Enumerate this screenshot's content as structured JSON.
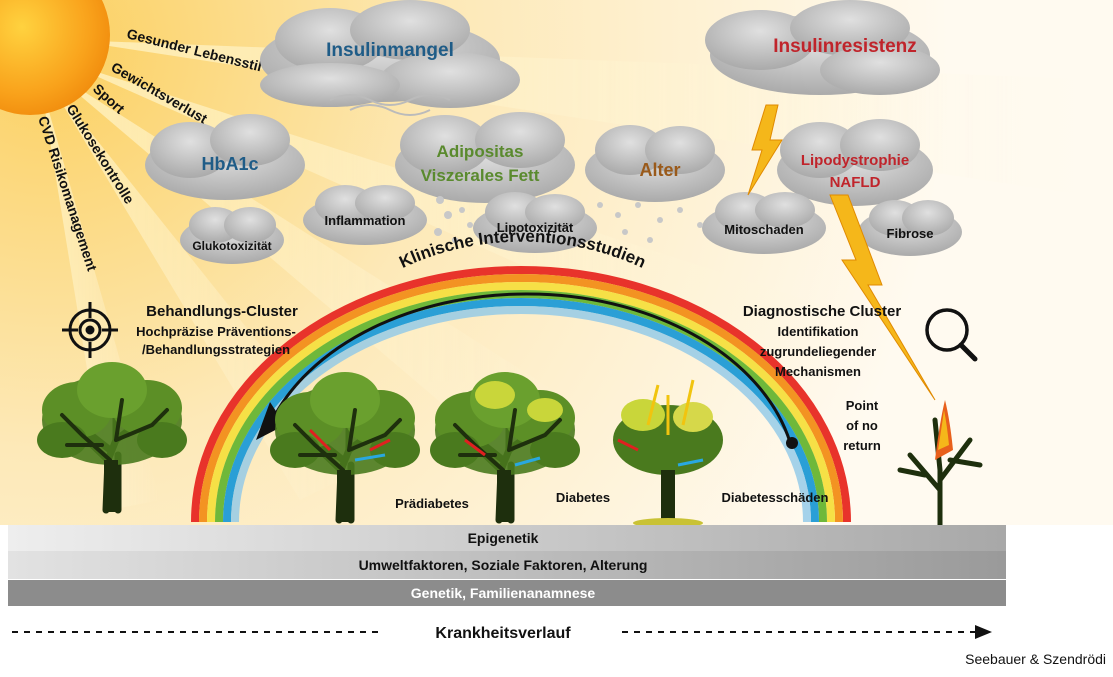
{
  "sun_rays": [
    "Gesunder Lebensstil",
    "Gewichtsverlust",
    "Sport",
    "Glukosekontrolle",
    "CVD Risikomanagement"
  ],
  "clouds": {
    "insulinmangel": "Insulinmangel",
    "insulinresistenz": "Insulinresistenz",
    "hba1c": "HbA1c",
    "adipositas_line1": "Adipositas",
    "adipositas_line2": "Viszerales Fett",
    "alter": "Alter",
    "lipodystrophie_line1": "Lipodystrophie",
    "lipodystrophie_line2": "NAFLD",
    "inflammation": "Inflammation",
    "glukotoxizitaet": "Glukotoxizität",
    "lipotoxizitaet": "Lipotoxizität",
    "mitoschaden": "Mitoschaden",
    "fibrose": "Fibrose"
  },
  "rainbow_label": "Klinische Interventionsstudien",
  "treatment": {
    "title": "Behandlungs-Cluster",
    "line1": "Hochpräzise Präventions-",
    "line2": "/Behandlungsstrategien"
  },
  "diagnostic": {
    "title": "Diagnostische  Cluster",
    "line1": "Identifikation",
    "line2": "zugrundeliegender",
    "line3": "Mechanismen"
  },
  "point_of_no_return": [
    "Point",
    "of no",
    "return"
  ],
  "stages": {
    "praediabetes": "Prädiabetes",
    "diabetes": "Diabetes",
    "diabetesschaeden": "Diabetesschäden"
  },
  "bands": {
    "epigenetik": "Epigenetik",
    "umwelt": "Umweltfaktoren, Soziale Faktoren, Alterung",
    "genetik": "Genetik, Familienanamnese"
  },
  "timeline_label": "Krankheitsverlauf",
  "credit": "Seebauer & Szendrödi",
  "colors": {
    "insulin_deficiency": "#1f5c87",
    "insulin_resistance": "#c0242b",
    "hba1c": "#1f5c87",
    "adiposity": "#5a8a2e",
    "age": "#9a5a1a",
    "lipodystrophy": "#c0242b",
    "cloud": "#b8b8b8",
    "tree": "#4a7a1e",
    "trunk": "#1e2f0d"
  },
  "icons": [
    "target-icon",
    "magnifier-icon",
    "lightning-icon",
    "arrow-right-icon"
  ]
}
